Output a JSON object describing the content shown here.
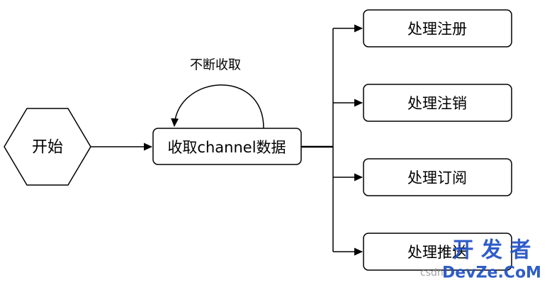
{
  "start_node": {
    "label": "开始"
  },
  "main_process": {
    "label": "收取channel数据"
  },
  "loop_label": "不断收取",
  "branches": [
    {
      "label": "处理注册"
    },
    {
      "label": "处理注销"
    },
    {
      "label": "处理订阅"
    },
    {
      "label": "处理推送"
    }
  ],
  "watermark": {
    "cn": "开 发 者",
    "en": "DevZe.CoM",
    "prefix": "csdn",
    "color": "#1e4fc4"
  }
}
